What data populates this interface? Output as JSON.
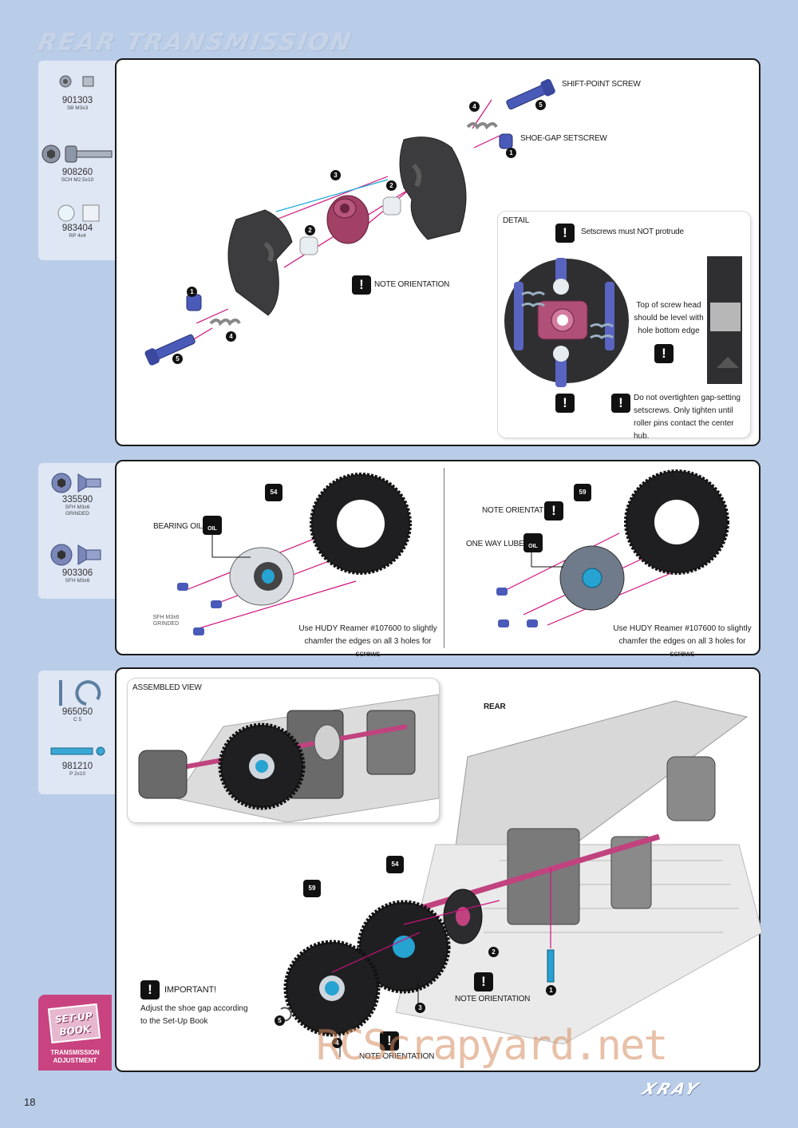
{
  "page": {
    "title": "REAR TRANSMISSION",
    "page_number": "18",
    "brand": "XRAY",
    "watermark": "RCScrapyard.net"
  },
  "section1": {
    "parts": [
      {
        "code": "901303",
        "desc": "SB M3x3"
      },
      {
        "code": "908260",
        "desc": "SCH M2.5x10"
      },
      {
        "code": "983404",
        "desc": "RP 4x4"
      }
    ],
    "labels": {
      "shift_point_screw": "SHIFT-POINT SCREW",
      "shoe_gap_setscrew": "SHOE-GAP SETSCREW",
      "note_orientation": "NOTE ORIENTATION"
    },
    "numbers": [
      "1",
      "2",
      "3",
      "4",
      "5"
    ],
    "detail": {
      "title": "DETAIL",
      "setscrews_note": "Setscrews must NOT protrude",
      "top_note": "Top of screw head should be level with hole bottom edge",
      "tighten_note": "Do not overtighten gap-setting setscrews. Only tighten until roller pins contact the center hub."
    }
  },
  "section2": {
    "parts": [
      {
        "code": "335590",
        "desc": "SFH M3x6 GRINDED"
      },
      {
        "code": "903306",
        "desc": "SFH M3x6"
      }
    ],
    "left": {
      "gear_badge": "54",
      "bearing_oil": "BEARING OIL",
      "oil_icon": "OIL",
      "screw_label": "SFH M3x6 GRINDED",
      "reamer_note": "Use HUDY Reamer #107600 to slightly chamfer the edges on all 3 holes for screws"
    },
    "right": {
      "gear_badge": "59",
      "note_orientation": "NOTE ORIENTATION",
      "one_way_lube": "ONE WAY LUBE",
      "oil_icon": "OIL",
      "reamer_note": "Use HUDY Reamer #107600 to slightly chamfer the edges on all 3 holes for screws"
    }
  },
  "section3": {
    "parts": [
      {
        "code": "965050",
        "desc": "C 5"
      },
      {
        "code": "981210",
        "desc": "P 2x10"
      }
    ],
    "assembled_view": "ASSEMBLED VIEW",
    "rear_label": "REAR",
    "gear_badges": [
      "59",
      "54"
    ],
    "important_title": "IMPORTANT!",
    "important_text": "Adjust the shoe gap according to the Set-Up Book",
    "note_orientation_1": "NOTE ORIENTATION",
    "note_orientation_2": "NOTE ORIENTATION",
    "setup_book": {
      "title": "SET-UP BOOK",
      "caption": "TRANSMISSION ADJUSTMENT"
    }
  },
  "colors": {
    "background": "#b9cde9",
    "panel": "#ffffff",
    "accent_pink": "#c8437f",
    "arrow_magenta": "#d0117b",
    "arrow_cyan": "#1aa7d8",
    "screw_blue": "#4a5ab8",
    "part_dark": "#3a3a3a"
  }
}
